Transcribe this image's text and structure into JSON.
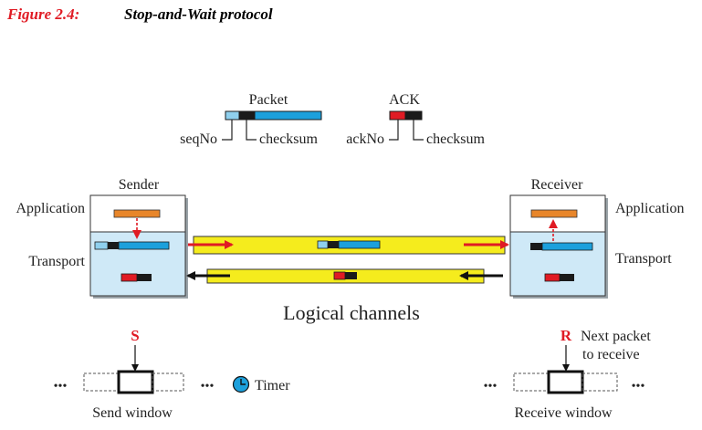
{
  "figure": {
    "number": "Figure 2.4:",
    "title": "Stop-and-Wait protocol"
  },
  "legend": {
    "packet_label": "Packet",
    "ack_label": "ACK",
    "seqno_label": "seqNo",
    "packet_checksum_label": "checksum",
    "ackno_label": "ackNo",
    "ack_checksum_label": "checksum"
  },
  "sender": {
    "title": "Sender",
    "application_label": "Application",
    "transport_label": "Transport"
  },
  "receiver": {
    "title": "Receiver",
    "application_label": "Application",
    "transport_label": "Transport"
  },
  "channels": {
    "caption": "Logical channels"
  },
  "send_window": {
    "pointer_letter": "S",
    "dots_left": "•••",
    "dots_right": "•••",
    "timer_label": "Timer",
    "caption": "Send window"
  },
  "receive_window": {
    "pointer_letter": "R",
    "pointer_note_line1": "Next packet",
    "pointer_note_line2": "to receive",
    "dots_left": "•••",
    "dots_right": "•••",
    "caption": "Receive window"
  },
  "colors": {
    "title_red": "#e01b24",
    "arrow_red": "#e01b24",
    "data_blue": "#1ca0dc",
    "seq_light_blue": "#8fd0ee",
    "header_black": "#1a1a1a",
    "ack_red": "#e01b24",
    "app_orange": "#e8862a",
    "channel_yellow": "#f5ec1d",
    "transport_bg": "#cfe9f7",
    "application_bg": "#ffffff"
  }
}
